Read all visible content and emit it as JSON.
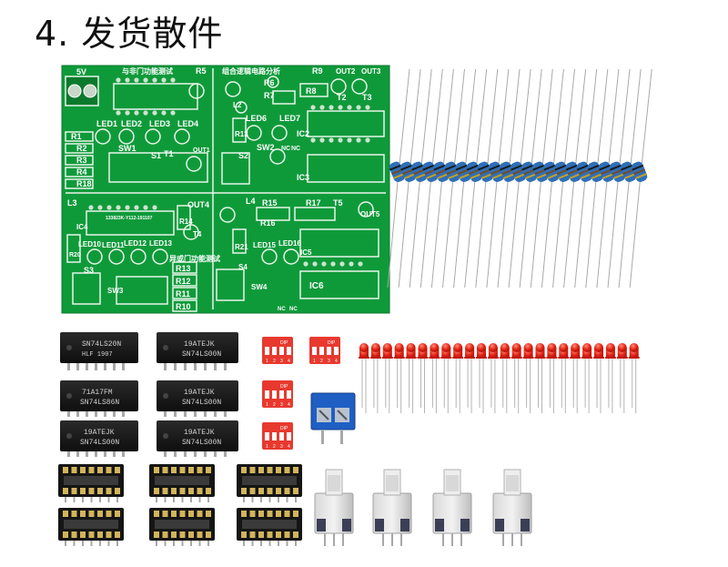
{
  "title": "4. 发货散件",
  "pcb": {
    "labels": [
      "5V",
      "与非门功能测试",
      "R5",
      "组合逻辑电路分析",
      "R9",
      "OUT2",
      "OUT3",
      "R6",
      "R8",
      "T2",
      "T3",
      "R7",
      "LED1",
      "LED2",
      "LED3",
      "LED4",
      "LED6",
      "LED7",
      "R13",
      "R1",
      "R2",
      "R3",
      "R4",
      "R18",
      "SW1",
      "T1",
      "S1",
      "OUT1",
      "S2",
      "SW2",
      "NC",
      "NC",
      "IC2",
      "IC3",
      "L3",
      "OUT4",
      "T4",
      "L4",
      "R15",
      "R17",
      "T5",
      "OUT5",
      "R16",
      "R14",
      "133823K-Y112-191107",
      "IC4",
      "LED10",
      "LED11",
      "LED12",
      "LED13",
      "LED15",
      "LED16",
      "R20",
      "R21",
      "IC5",
      "异或门功能测试",
      "S3",
      "SW3",
      "R13",
      "R12",
      "R11",
      "R10",
      "S4",
      "SW4",
      "IC6",
      "NC",
      "NC",
      "L2"
    ]
  },
  "chips": [
    {
      "line1": "SN74LS20N",
      "line2": "HLF   1907"
    },
    {
      "line1": "19ATEJK",
      "line2": "SN74LS00N"
    },
    {
      "line1": "71A17FM",
      "line2": "SN74LS86N"
    },
    {
      "line1": "19ATEJK",
      "line2": "SN74LS00N"
    },
    {
      "line1": "19ATEJK",
      "line2": "SN74LS00N"
    },
    {
      "line1": "19ATEJK",
      "line2": "SN74LS00N"
    }
  ],
  "dip_switch": {
    "label": "DIP",
    "numbers": [
      "1",
      "2",
      "3",
      "4"
    ]
  },
  "counts": {
    "resistors": 23,
    "leds": 24,
    "dip_switches": 4,
    "ic_sockets": 6,
    "push_buttons": 4
  }
}
